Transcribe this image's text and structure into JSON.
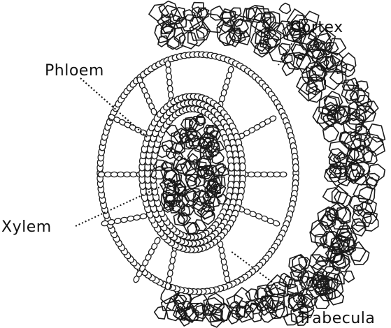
{
  "labels": {
    "cortex": "Cortex",
    "phloem": "Phloem",
    "xylem": "Xylem",
    "trabecula": "Trabecula"
  },
  "colors": {
    "ink": "#111111",
    "background": "#ffffff"
  }
}
